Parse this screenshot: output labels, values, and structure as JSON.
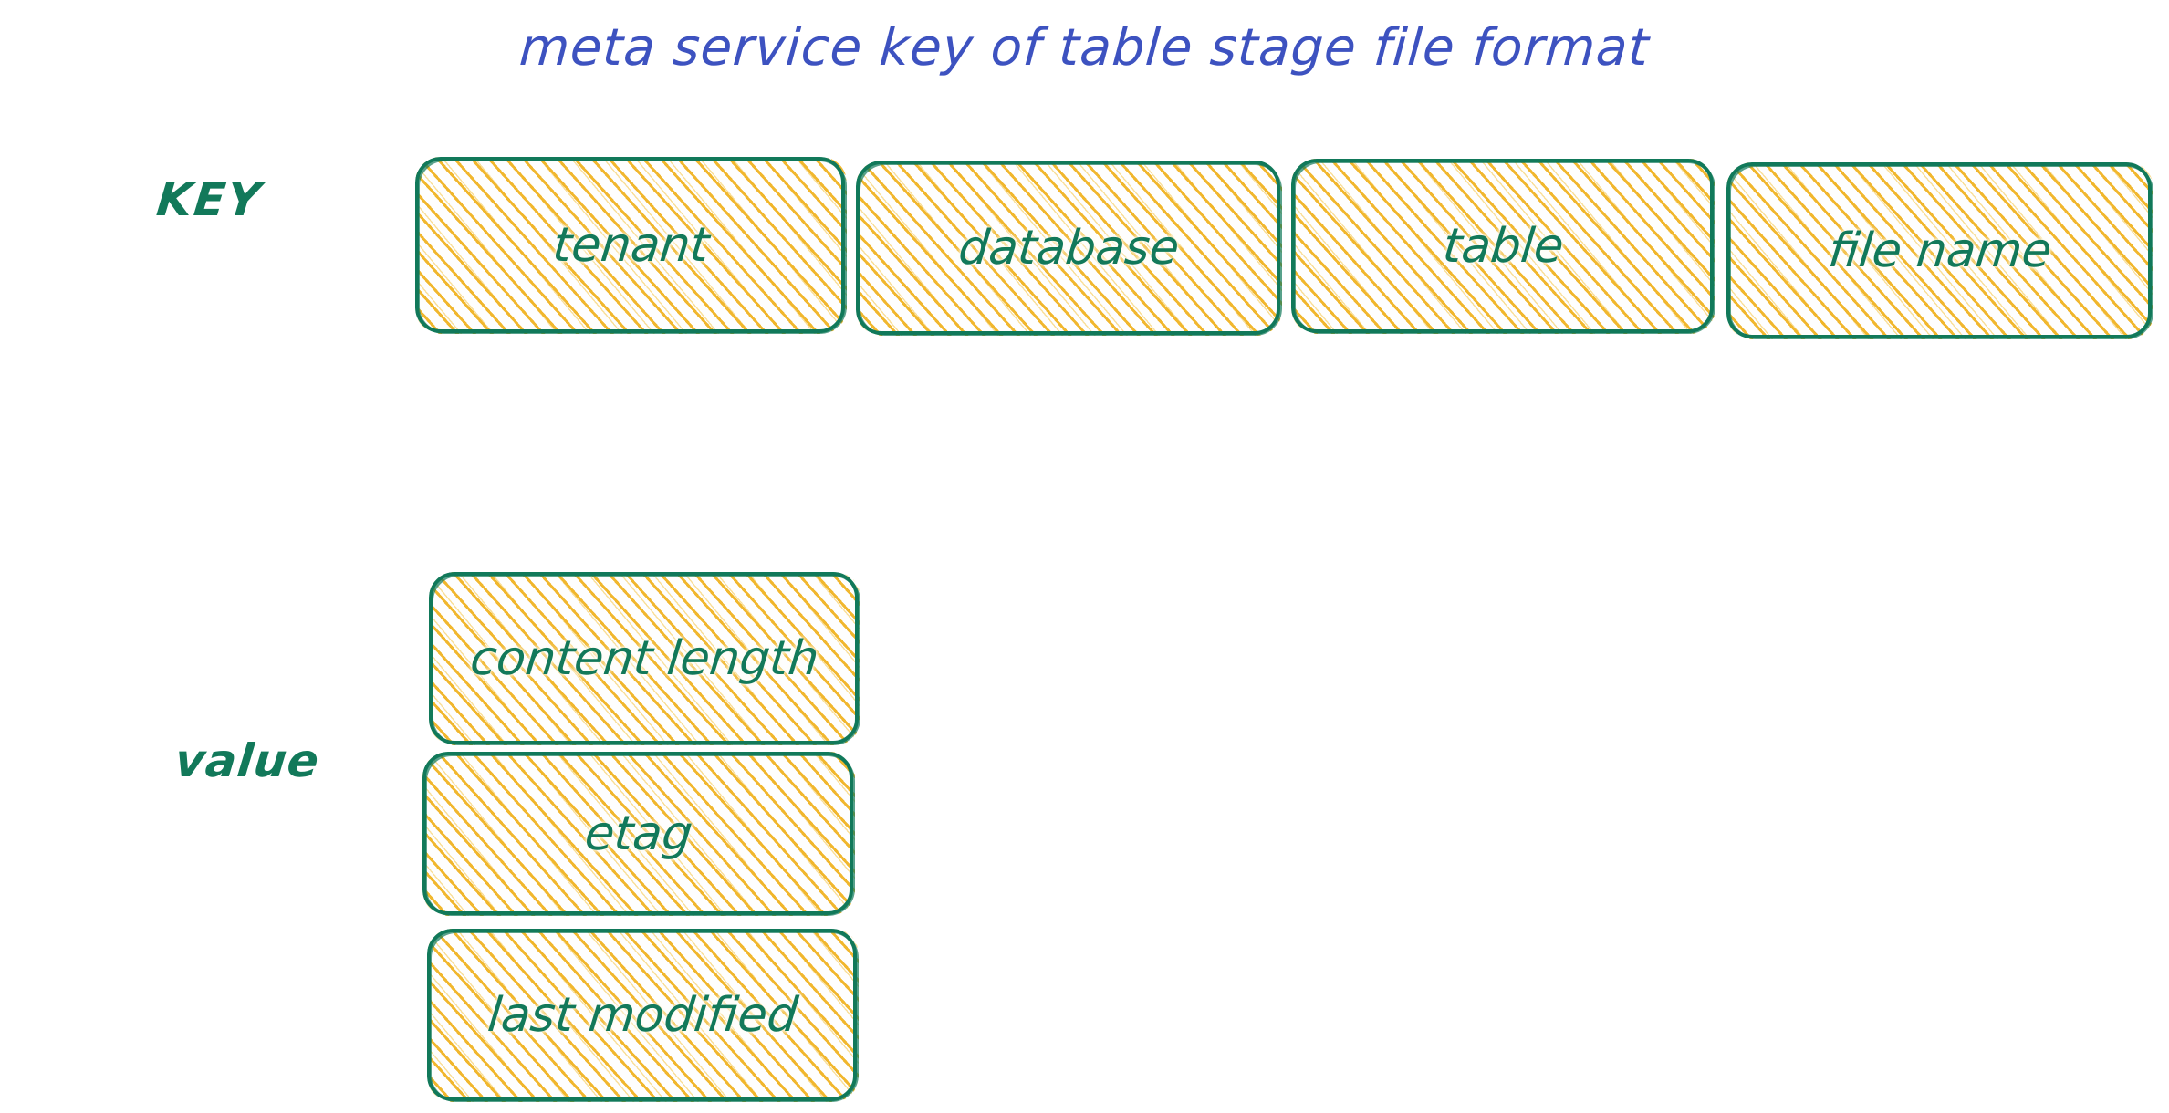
{
  "title": "meta service key of table stage file format",
  "theme": {
    "title_color": "#3d52c0",
    "stroke_color": "#11795a",
    "hatch_color": "#f0b323",
    "background": "#ffffff"
  },
  "sections": {
    "key": {
      "label": "KEY",
      "boxes": [
        {
          "label": "tenant"
        },
        {
          "label": "database"
        },
        {
          "label": "table"
        },
        {
          "label": "file name"
        }
      ]
    },
    "value": {
      "label": "value",
      "boxes": [
        {
          "label": "content length"
        },
        {
          "label": "etag"
        },
        {
          "label": "last modified"
        }
      ]
    }
  }
}
